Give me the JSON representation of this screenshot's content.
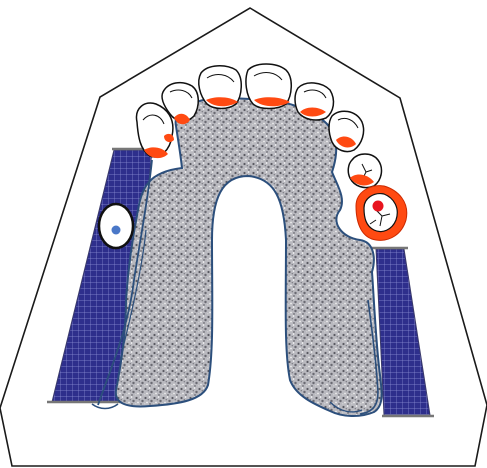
{
  "diagram": {
    "kind": "dental-arch-denture-schematic",
    "colors": {
      "outline": "#1a1a1a",
      "base_plate_border": "#2c4f7c",
      "base_plate_fill": "#b9b9bf",
      "cast_block_fill": "#2e2f8c",
      "cast_block_grid": "#8f92d6",
      "gingiva_highlight": "#ff4a12",
      "abutment_dot": "#e8141e",
      "clasp_ring_fill": "#ffffff",
      "clasp_ring_center": "#4a78c8"
    },
    "teeth_count": 8,
    "cast_blocks_count": 2,
    "has_central_palatal_gap": true,
    "has_clasp_ring_marker": true,
    "has_abutment_marker": true
  }
}
